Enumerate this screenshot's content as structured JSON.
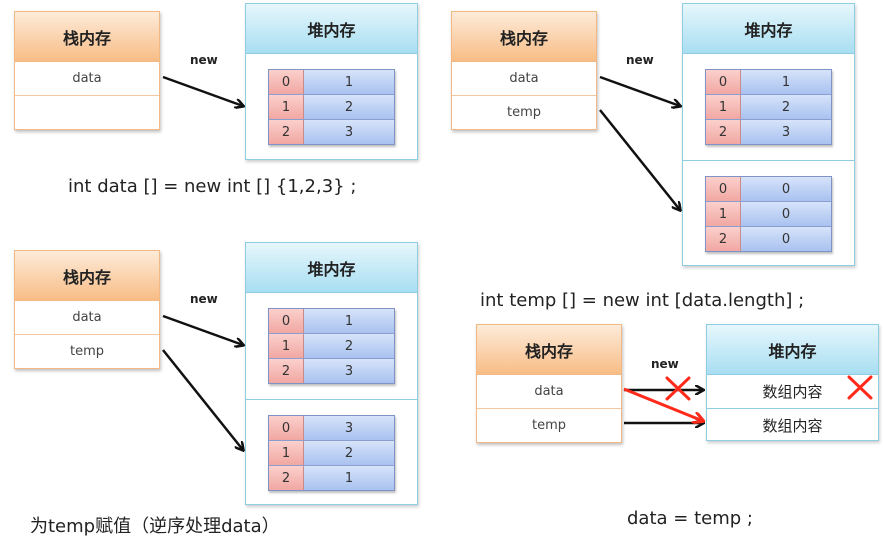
{
  "labels": {
    "stack": "栈内存",
    "heap": "堆内存",
    "new": "new"
  },
  "panels": {
    "p1": {
      "stack_rows": [
        "data",
        ""
      ],
      "arrays": [
        {
          "indices": [
            "0",
            "1",
            "2"
          ],
          "values": [
            "1",
            "2",
            "3"
          ]
        }
      ],
      "caption": "int data [] = new int [] {1,2,3} ;"
    },
    "p2": {
      "stack_rows": [
        "data",
        "temp"
      ],
      "arrays": [
        {
          "indices": [
            "0",
            "1",
            "2"
          ],
          "values": [
            "1",
            "2",
            "3"
          ]
        },
        {
          "indices": [
            "0",
            "1",
            "2"
          ],
          "values": [
            "0",
            "0",
            "0"
          ]
        }
      ],
      "caption": "int temp [] = new int [data.length] ;"
    },
    "p3": {
      "stack_rows": [
        "data",
        "temp"
      ],
      "arrays": [
        {
          "indices": [
            "0",
            "1",
            "2"
          ],
          "values": [
            "1",
            "2",
            "3"
          ]
        },
        {
          "indices": [
            "0",
            "1",
            "2"
          ],
          "values": [
            "3",
            "2",
            "1"
          ]
        }
      ],
      "caption": "为temp赋值（逆序处理data）"
    },
    "p4": {
      "stack_rows": [
        "data",
        "temp"
      ],
      "heap_rows": [
        "数组内容",
        "数组内容"
      ],
      "caption": "data = temp ;"
    }
  },
  "colors": {
    "arrow": "#111111",
    "reassign_arrow": "#ff2a1a",
    "cross": "#ff2a1a"
  }
}
